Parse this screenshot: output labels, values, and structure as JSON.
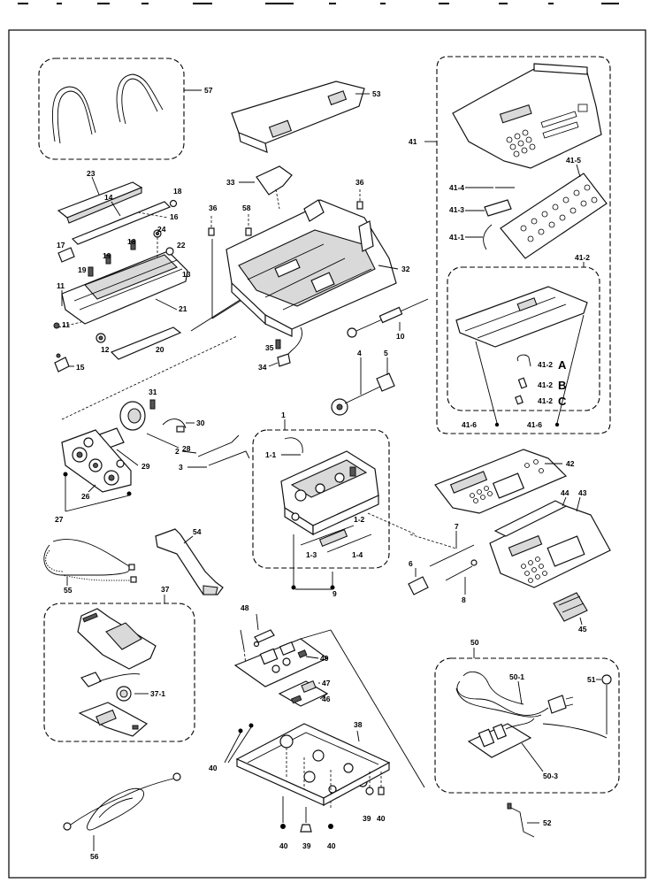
{
  "diagram": {
    "labels": {
      "p57": "57",
      "p53": "53",
      "p41": "41",
      "p41_4": "41-4",
      "p41_5": "41-5",
      "p41_3": "41-3",
      "p41_1": "41-1",
      "p41_2": "41-2",
      "p41_2A": "41-2",
      "p41_2B": "41-2",
      "p41_2C": "41-2",
      "letterA": "A",
      "letterB": "B",
      "letterC": "C",
      "p41_6a": "41-6",
      "p41_6b": "41-6",
      "p23": "23",
      "p18a": "18",
      "p14": "14",
      "p16": "16",
      "p17": "17",
      "p24": "24",
      "p22": "22",
      "p19a": "19",
      "p19b": "19",
      "p18b": "18",
      "p13": "13",
      "p11": "11",
      "p11b": "11",
      "p21": "21",
      "p12": "12",
      "p20": "20",
      "p15": "15",
      "p33": "33",
      "p36a": "36",
      "p36b": "36",
      "p58": "58",
      "p32": "32",
      "p10": "10",
      "p35": "35",
      "p34": "34",
      "p4": "4",
      "p5": "5",
      "p31": "31",
      "p30": "30",
      "p28": "28",
      "p29": "29",
      "p26": "26",
      "p27": "27",
      "p2": "2",
      "p3": "3",
      "p1": "1",
      "p1_1": "1-1",
      "p1_2": "1-2",
      "p1_3": "1-3",
      "p1_4": "1-4",
      "p9": "9",
      "p7": "7",
      "p6": "6",
      "p8": "8",
      "p42": "42",
      "p44": "44",
      "p43": "43",
      "p45": "45",
      "p55": "55",
      "p54": "54",
      "p37": "37",
      "p37_1": "37-1",
      "p48": "48",
      "p49": "49",
      "p47": "47",
      "p46": "46",
      "p38": "38",
      "p40a": "40",
      "p40b": "40",
      "p40c": "40",
      "p40d": "40",
      "p39a": "39",
      "p39b": "39",
      "p50": "50",
      "p50_1": "50-1",
      "p51": "51",
      "p50_3": "50-3",
      "p52": "52",
      "p56": "56"
    }
  }
}
